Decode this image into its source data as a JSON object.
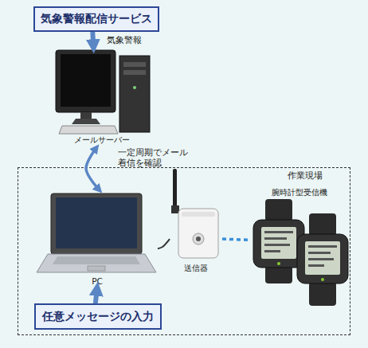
{
  "diagram": {
    "nodes": [
      {
        "text": [
          "気象警報配信サービス"
        ]
      },
      {
        "text": [
          "メールサーバー"
        ]
      },
      {
        "text": [
          "作業現場"
        ]
      },
      {
        "text": [
          "PC"
        ],
        "in": 2
      },
      {
        "text": [
          "送信器"
        ],
        "in": 2
      },
      {
        "text": [
          "腕時計型受信機"
        ],
        "in": 2
      },
      {
        "text": [
          "任意メッセージの入力"
        ],
        "in": 2
      }
    ],
    "edges": [
      {
        "from": 0,
        "to": 1,
        "arrow": "to",
        "label": "気象警報"
      },
      {
        "from": 1,
        "to": 3,
        "arrow": "both",
        "label": "一定周期でメール 着信を確認"
      },
      {
        "from": 3,
        "to": 4,
        "arrow": "none"
      },
      {
        "from": 4,
        "to": 5,
        "arrow": "none"
      },
      {
        "from": 6,
        "to": 3,
        "arrow": "to"
      }
    ]
  }
}
